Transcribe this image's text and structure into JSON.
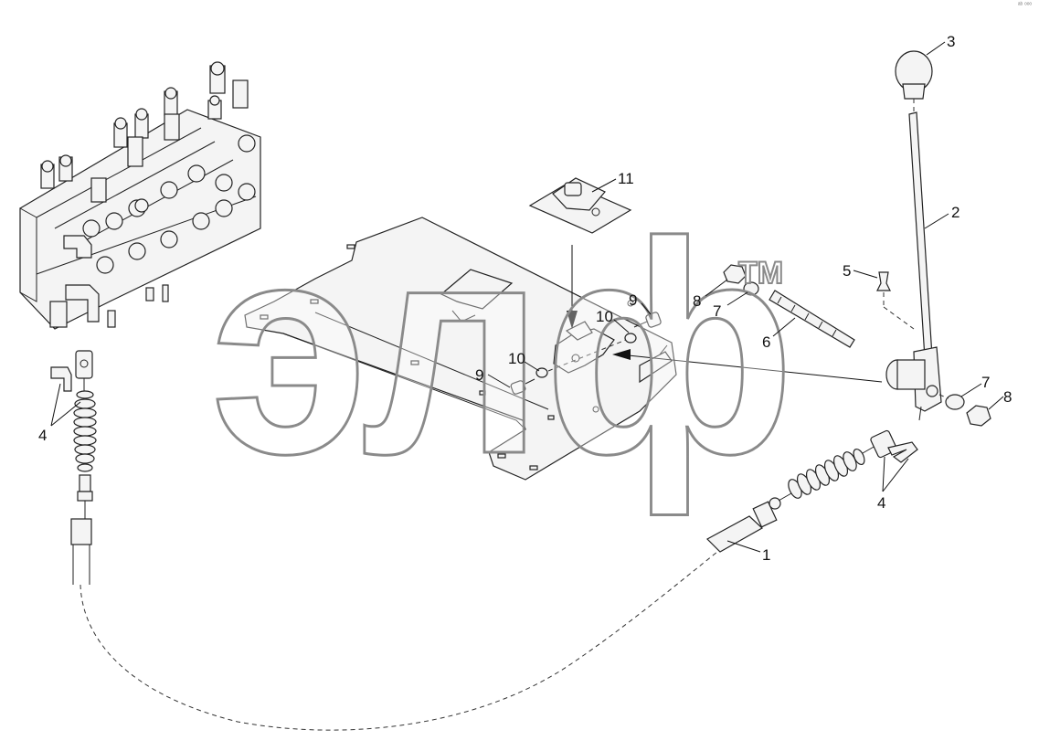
{
  "corner_mark": "ᵃᵇ ᵒᵒᵒ",
  "watermark": {
    "text": "элф",
    "tm": "TM"
  },
  "callouts": [
    {
      "id": "label-3",
      "text": "3"
    },
    {
      "id": "label-2",
      "text": "2"
    },
    {
      "id": "label-11",
      "text": "11"
    },
    {
      "id": "label-5",
      "text": "5"
    },
    {
      "id": "label-8a",
      "text": "8"
    },
    {
      "id": "label-7a",
      "text": "7"
    },
    {
      "id": "label-9a",
      "text": "9"
    },
    {
      "id": "label-10a",
      "text": "10"
    },
    {
      "id": "label-6",
      "text": "6"
    },
    {
      "id": "label-10b",
      "text": "10"
    },
    {
      "id": "label-9b",
      "text": "9"
    },
    {
      "id": "label-7b",
      "text": "7"
    },
    {
      "id": "label-8b",
      "text": "8"
    },
    {
      "id": "label-4a",
      "text": "4"
    },
    {
      "id": "label-4b",
      "text": "4"
    },
    {
      "id": "label-1",
      "text": "1"
    }
  ]
}
